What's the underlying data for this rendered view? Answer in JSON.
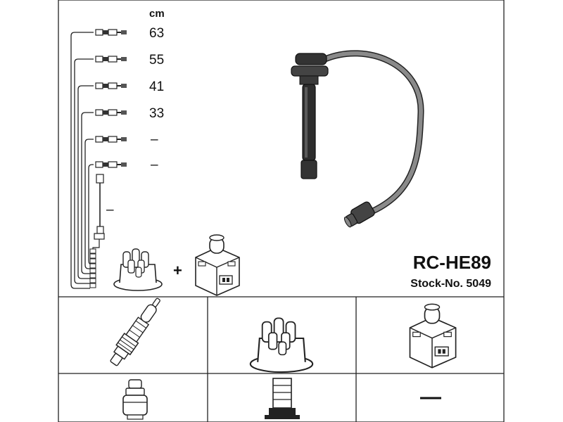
{
  "header": {
    "unit_label": "cm",
    "model": "RC-HE89",
    "stock_number": "Stock-No. 5049"
  },
  "leads": [
    {
      "label": "63"
    },
    {
      "label": "55"
    },
    {
      "label": "41"
    },
    {
      "label": "33"
    },
    {
      "label": "–"
    },
    {
      "label": "–"
    }
  ],
  "coil_lead_label": "–",
  "plus_sign": "+",
  "table": {
    "row2_coil_connector": "—"
  }
}
